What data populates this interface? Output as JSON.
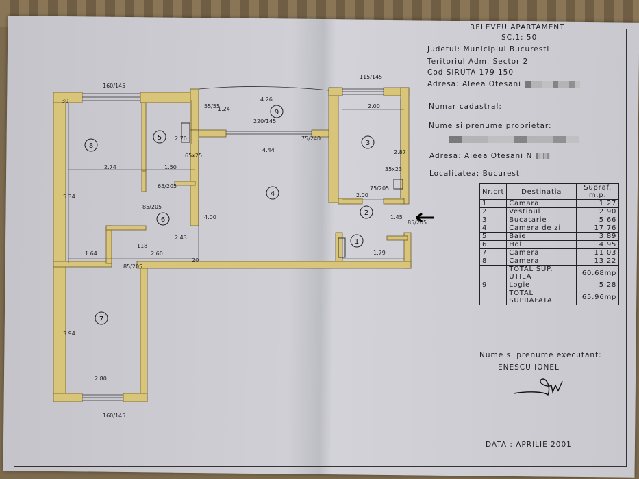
{
  "title": "RELEVEU APARTAMENT",
  "scale": "SC.1: 50",
  "judet": "Judetul: Municipiul Bucuresti",
  "teritoriu": "Teritoriul Adm. Sector 2",
  "siruta": "Cod SIRUTA   179 150",
  "adresa1": "Adresa: Aleea Otesani",
  "cadastral": "Numar cadastral:",
  "proprietar": "Nume si prenume proprietar:",
  "adresa2": "Adresa: Aleea Otesani N",
  "localitate": "Localitatea: Bucuresti",
  "table": {
    "headers": [
      "Nr.crt",
      "Destinatia",
      "Supraf. m.p."
    ],
    "rows": [
      {
        "nr": "1",
        "dest": "Camara",
        "area": "1.27"
      },
      {
        "nr": "2",
        "dest": "Vestibul",
        "area": "2.90"
      },
      {
        "nr": "3",
        "dest": "Bucatarie",
        "area": "5.66"
      },
      {
        "nr": "4",
        "dest": "Camera de zi",
        "area": "17.76"
      },
      {
        "nr": "5",
        "dest": "Baie",
        "area": "3.89"
      },
      {
        "nr": "6",
        "dest": "Hol",
        "area": "4.95"
      },
      {
        "nr": "7",
        "dest": "Camera",
        "area": "11.03"
      },
      {
        "nr": "8",
        "dest": "Camera",
        "area": "13.22"
      },
      {
        "nr": "",
        "dest": "TOTAL SUP. UTILA",
        "area": "60.68mp"
      },
      {
        "nr": "9",
        "dest": "Logie",
        "area": "5.28"
      },
      {
        "nr": "",
        "dest": "TOTAL SUPRAFATA",
        "area": "65.96mp"
      }
    ]
  },
  "executant_label": "Nume si prenume executant:",
  "executant": "ENESCU IONEL",
  "date": "DATA : APRILIE 2001",
  "rooms": [
    "1",
    "2",
    "3",
    "4",
    "5",
    "6",
    "7",
    "8",
    "9"
  ],
  "dims": [
    "160/145",
    "4.26",
    "2.00",
    "115/145",
    "55/55",
    "1.24",
    "220/145",
    "75/240",
    "2.70",
    "5.34",
    "2.74",
    "1.50",
    "4.44",
    "2.87",
    "65/205",
    "85/205",
    "4.00",
    "2.43",
    "75/205",
    "2.00",
    "1.45",
    "85/205",
    "1.64",
    "2.60",
    "118",
    "1.79",
    "85/205",
    "3.94",
    "2.80",
    "160/145",
    "65x25",
    "35x23",
    "30",
    "20"
  ],
  "colors": {
    "wall": "#d8c57a",
    "paper": "#c9c9cf",
    "ink": "#1e1e1e"
  }
}
